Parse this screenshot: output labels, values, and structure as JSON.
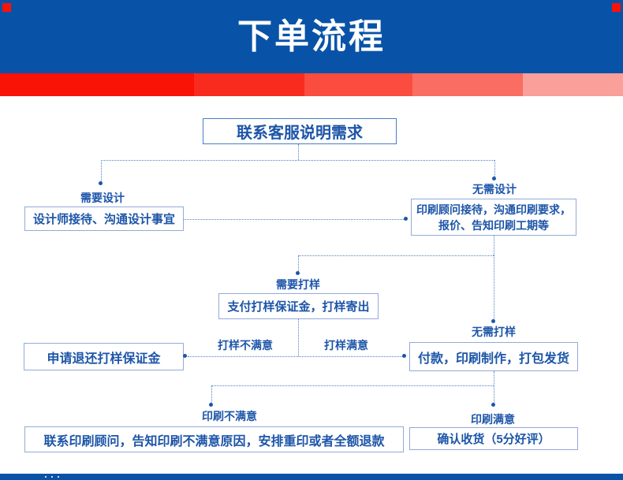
{
  "header": {
    "title": "下单流程"
  },
  "stripe": {
    "colors": [
      "#F91206",
      "#F92B1E",
      "#FA4C3F",
      "#F96D62",
      "#FA9F99"
    ],
    "widths": [
      246,
      140,
      137,
      140,
      127
    ]
  },
  "flow": {
    "start_box": "联系客服说明需求",
    "need_design_label": "需要设计",
    "design_box": "设计师接待、沟通设计事宜",
    "no_design_label": "无需设计",
    "consult_box_line1": "印刷顾问接待，沟通印刷要求，",
    "consult_box_line2": "报价、告知印刷工期等",
    "need_proof_label": "需要打样",
    "proof_box": "支付打样保证金，打样寄出",
    "no_proof_label": "无需打样",
    "proof_bad_label": "打样不满意",
    "proof_good_label": "打样满意",
    "refund_box": "申请退还打样保证金",
    "pay_box": "付款，印刷制作，打包发货",
    "print_bad_label": "印刷不满意",
    "print_good_label": "印刷满意",
    "redo_box": "联系印刷顾问，告知印刷不满意原因，安排重印或者全额退款",
    "confirm_box": "确认收货（5分好评）"
  },
  "colors": {
    "header_bg": "#0853A7",
    "corner_accent": "#FA1208",
    "flow_text": "#1D55A8",
    "box_border": "#92ABD8",
    "start_box_border": "#4A7CC0",
    "connector": "#4F81C4",
    "footer_bg": "#0853A7"
  }
}
